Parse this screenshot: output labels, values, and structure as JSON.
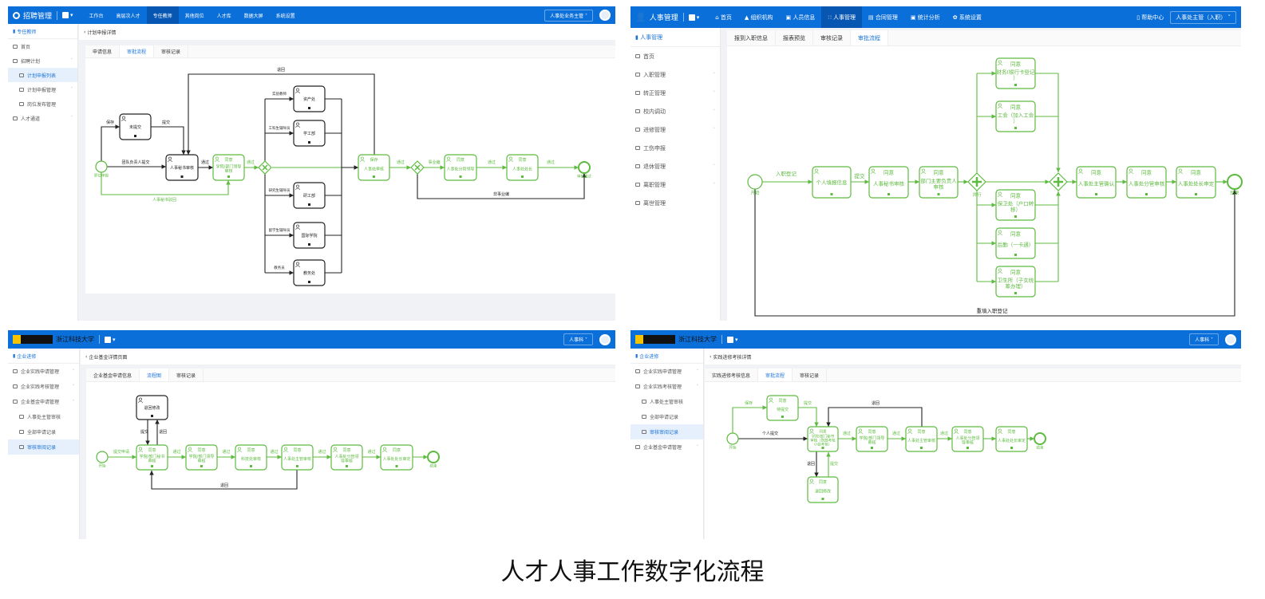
{
  "caption": "人才人事工作数字化流程",
  "p1": {
    "app": "招聘管理",
    "nav": [
      "工作台",
      "高层次人才",
      "专任教师",
      "其他岗位",
      "人才库",
      "数据大屏",
      "系统设置"
    ],
    "role": "人事处业务主管",
    "side_header": "专任教师",
    "side": [
      "首页",
      "招聘计划",
      "计划申报列表",
      "计划申报管理",
      "岗位发布管理",
      "人才通道"
    ],
    "crumb": "计划申报详情",
    "tabs": [
      "申请信息",
      "审批流程",
      "审核记录"
    ],
    "diagram": {
      "events": {
        "start": "职位申报",
        "end": "审核通过"
      },
      "nodes": {
        "wtj": {
          "name": [
            "未提交"
          ]
        },
        "ms": {
          "name": [
            "人事秘书审核"
          ]
        },
        "ld": {
          "status": "同意",
          "name": [
            "学院/部门领导",
            "审核"
          ]
        },
        "b1": {
          "name": [
            "资产处"
          ]
        },
        "b2": {
          "name": [
            "学工部"
          ]
        },
        "b3": {
          "name": [
            "研工部"
          ]
        },
        "b4": {
          "name": [
            "国际学院"
          ]
        },
        "b5": {
          "name": [
            "教务处"
          ]
        },
        "rsc": {
          "status": "保存",
          "name": [
            "人事处审核"
          ]
        },
        "fg": {
          "status": "同意",
          "name": [
            "人事处分管领导"
          ]
        },
        "cz": {
          "status": "同意",
          "name": [
            "人事处处长"
          ]
        }
      },
      "edges": {
        "e1": "保存",
        "e2": "提交",
        "e3": "团队负责人提交",
        "e4": "通过",
        "e5": "人事秘书驳回",
        "e6": "通过",
        "b1": "实验教师",
        "b2": "工科生辅导员",
        "b3": "研究生辅导员",
        "b4": "留学生辅导员",
        "b5": "教务员",
        "e7": "退回",
        "e8": "通过",
        "e9": "事业编",
        "e10": "通过",
        "e11": "通过",
        "e12": "非事业编"
      }
    }
  },
  "p2": {
    "app": "人事管理",
    "nav": [
      "首页",
      "组织机构",
      "人员信息",
      "人事管理",
      "合同管理",
      "统计分析",
      "系统设置"
    ],
    "help": "帮助中心",
    "role": "人事处主管（入职）",
    "side_header": "人事管理",
    "side": [
      "首页",
      "入职管理",
      "转正管理",
      "校内调动",
      "进修管理",
      "工伤申报",
      "退休管理",
      "离职管理",
      "离世管理"
    ],
    "tabs": [
      "报到入职信息",
      "报表预览",
      "审核记录",
      "审批流程"
    ],
    "diagram": {
      "events": {
        "start": "开始",
        "end": "结束",
        "fork": "并行"
      },
      "nodes": {
        "gr": {
          "name": [
            "个人填报信息"
          ]
        },
        "ms": {
          "status": "同意",
          "name": [
            "人事秘书审核"
          ]
        },
        "bm": {
          "status": "同意",
          "name": [
            "部门主要负责人",
            "审核"
          ]
        },
        "cw": {
          "status": "同意",
          "name": [
            "财务(银行卡登记",
            "）"
          ]
        },
        "gh": {
          "status": "同意",
          "name": [
            "工会（加入工会",
            "）"
          ]
        },
        "bw": {
          "status": "同意",
          "name": [
            "保卫处（户口转",
            "移）"
          ]
        },
        "hq": {
          "status": "同意",
          "name": [
            "后勤（一卡通）"
          ]
        },
        "ws": {
          "status": "同意",
          "name": [
            "卫生所（子女统",
            "筹办理）"
          ]
        },
        "zg": {
          "status": "同意",
          "name": [
            "人事处主管确认"
          ]
        },
        "fg": {
          "status": "同意",
          "name": [
            "人事处分管审核"
          ]
        },
        "cz": {
          "status": "同意",
          "name": [
            "人事处处长审定"
          ]
        }
      },
      "edges": {
        "e1": "入职登记",
        "e2": "提交",
        "e3": "重填入职登记"
      }
    }
  },
  "p3": {
    "school": "浙江科技大学",
    "role": "人事科",
    "side_header": "企业进修",
    "side": [
      "企业实践申请管理",
      "企业实践考核管理",
      "企业基金申请管理",
      "人事处主管审核",
      "全部申请记录",
      "审核审阅记录"
    ],
    "crumb": "企业基金详情页面",
    "tabs": [
      "企业基金申请信息",
      "流程图",
      "审核记录"
    ],
    "diagram": {
      "events": {
        "start": "开始",
        "end": "结束"
      },
      "nodes": {
        "xg": {
          "name": [
            "退回修改"
          ]
        },
        "ms": {
          "status": "同意",
          "name": [
            "学院/部门秘书",
            "审核"
          ]
        },
        "ld": {
          "status": "同意",
          "name": [
            "学院/部门领导",
            "审核"
          ]
        },
        "kj": {
          "status": "同意",
          "name": [
            "科技处审核"
          ]
        },
        "zg": {
          "status": "同意",
          "name": [
            "人事处主管审核"
          ]
        },
        "fg": {
          "status": "同意",
          "name": [
            "人事处分管领",
            "导审核"
          ]
        },
        "cz": {
          "status": "同意",
          "name": [
            "人事处处长审定"
          ]
        }
      },
      "edges": {
        "e1": "提交申请",
        "e2": "提交",
        "e3": "退回",
        "e4": "通过",
        "e5": "通过",
        "e6": "通过",
        "e7": "通过",
        "e8": "通过",
        "e9": "退回"
      }
    }
  },
  "p4": {
    "school": "浙江科技大学",
    "role": "人事科",
    "side_header": "企业进修",
    "side": [
      "企业实践申请管理",
      "企业实践考核管理",
      "人事处主管审核",
      "全部申请记录",
      "审核审阅记录",
      "企业基金申请管理"
    ],
    "crumb": "实践进修考核详情",
    "tabs": [
      "实践进修考核信息",
      "审批流程",
      "审核记录"
    ],
    "diagram": {
      "events": {
        "start": "开始",
        "end": "结束"
      },
      "nodes": {
        "dtj": {
          "status": "同意",
          "name": [
            "待提交"
          ]
        },
        "ms": {
          "status": "同意",
          "name": [
            "学院/部门秘书",
            "审核（院部考核",
            "小组考核）"
          ]
        },
        "ld": {
          "status": "同意",
          "name": [
            "学院/部门领导",
            "审核"
          ]
        },
        "zg": {
          "status": "同意",
          "name": [
            "人事处主管审核"
          ]
        },
        "fg": {
          "status": "同意",
          "name": [
            "人事处分管领",
            "导审核"
          ]
        },
        "cz": {
          "status": "同意",
          "name": [
            "人事处处长审定"
          ]
        },
        "xg": {
          "status": "同意",
          "name": [
            "退回修改"
          ]
        }
      },
      "edges": {
        "e1": "保存",
        "e2": "提交",
        "e3": "个人提交",
        "e4": "通过",
        "e5": "通过",
        "e6": "通过",
        "e7": "退回",
        "e8": "退回",
        "e9": "提交"
      }
    }
  },
  "colors": {
    "header": "#0b6fd9",
    "flow_green": "#5dbb3f",
    "flow_black": "#222222"
  }
}
